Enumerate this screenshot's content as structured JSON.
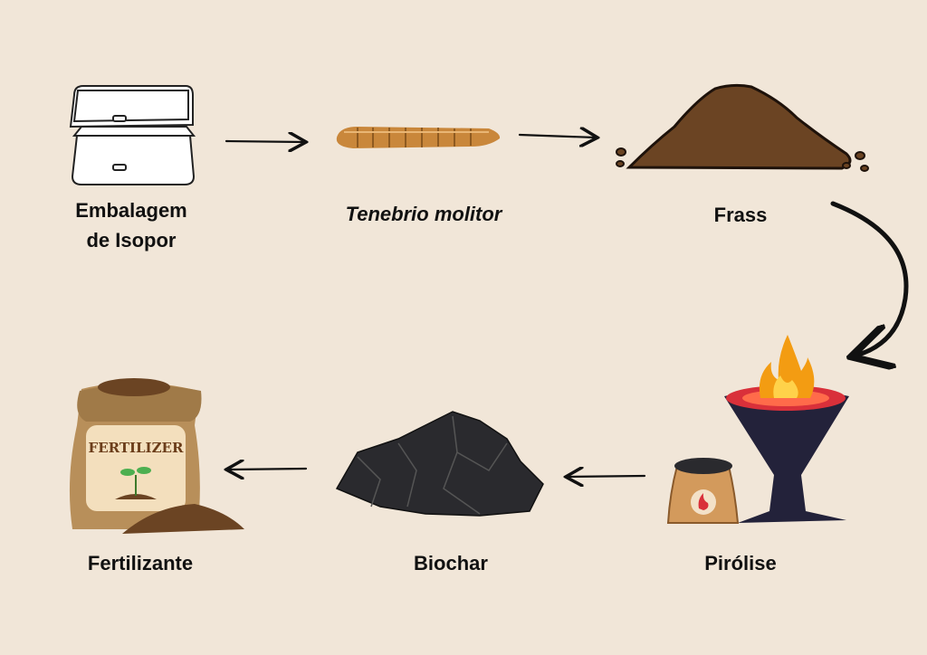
{
  "steps": [
    {
      "label_line1": "Embalagem",
      "label_line2": "de Isopor",
      "icon": "styrofoam-container-icon"
    },
    {
      "label": "Tenebrio molitor",
      "icon": "mealworm-icon"
    },
    {
      "label": "Frass",
      "icon": "frass-pile-icon"
    },
    {
      "label": "Pirólise",
      "icon": "pyrolysis-furnace-icon"
    },
    {
      "label": "Biochar",
      "icon": "biochar-icon"
    },
    {
      "label": "Fertilizante",
      "icon": "fertilizer-bag-icon",
      "bag_text": "FERTILIZER"
    }
  ],
  "colors": {
    "background": "#f1e6d8",
    "arrow": "#111111",
    "soil": "#6b4423",
    "charcoal": "#2a2a2e",
    "flame": "#f39c12"
  }
}
